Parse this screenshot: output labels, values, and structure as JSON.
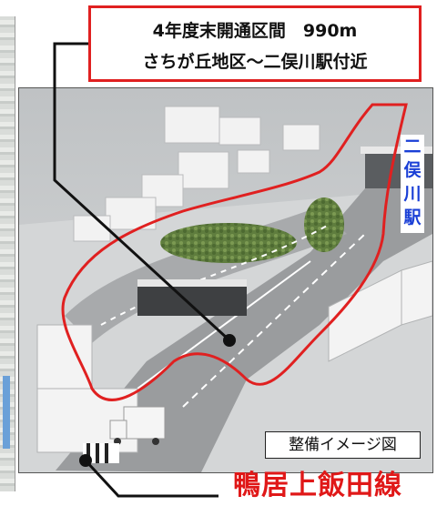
{
  "callout": {
    "line1": "4年度末開通区間　990m",
    "line2": "さちが丘地区〜二俣川駅付近"
  },
  "station": {
    "chars": [
      "二",
      "俣",
      "川",
      "駅"
    ]
  },
  "image_badge": "整備イメージ図",
  "road_name": "鴨居上飯田線",
  "colors": {
    "highlight": "#e02020",
    "station_text": "#1a3fd6",
    "road_name": "#e01818"
  }
}
